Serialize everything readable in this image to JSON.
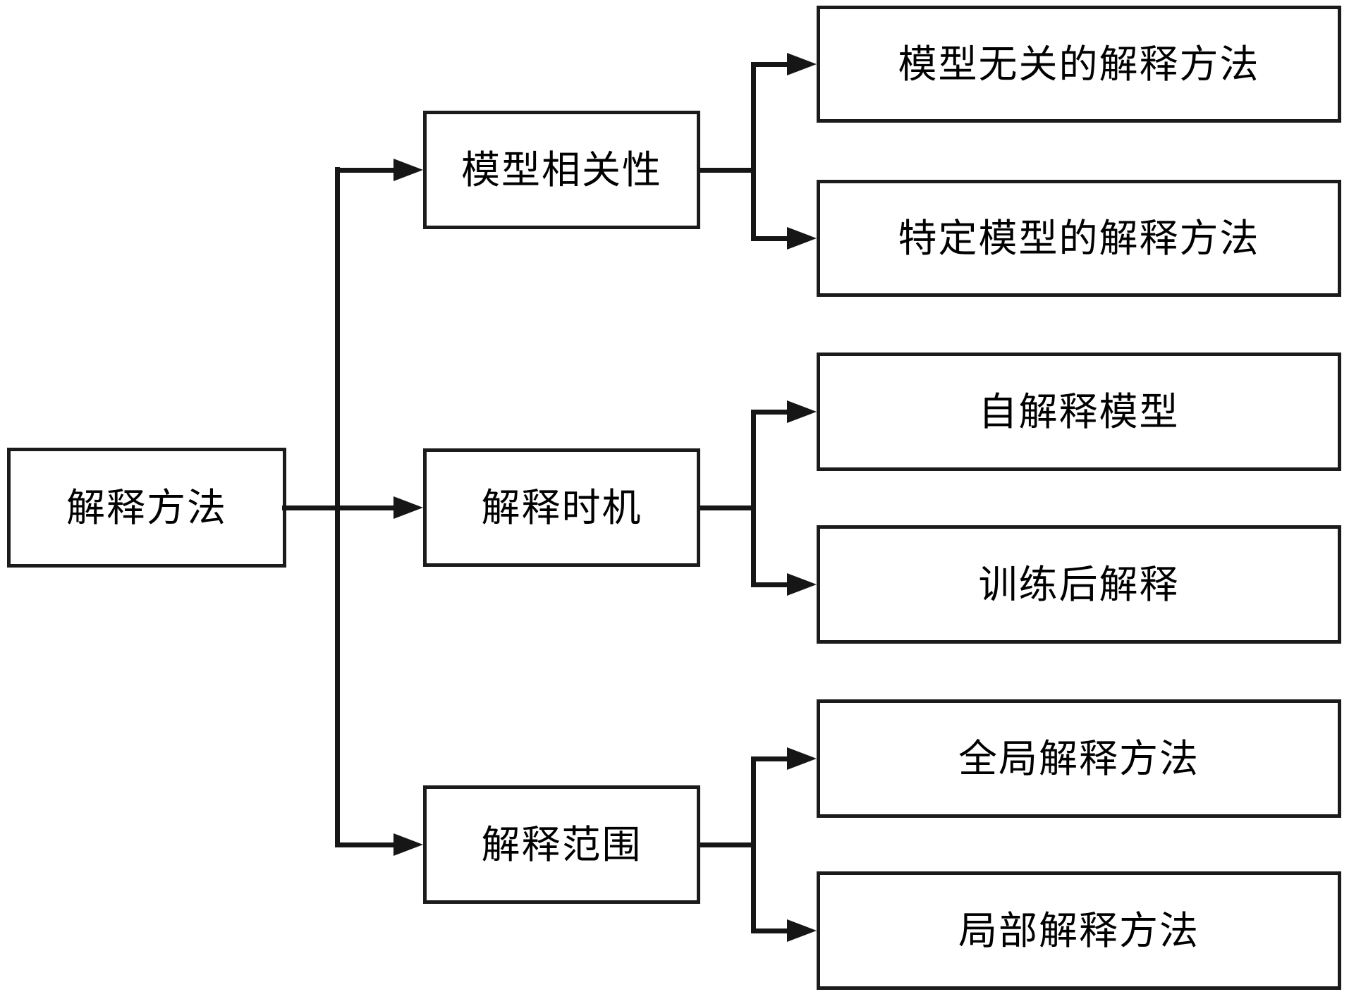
{
  "diagram": {
    "root": {
      "label": "解释方法"
    },
    "branches": [
      {
        "label": "模型相关性",
        "children": [
          {
            "label": "模型无关的解释方法"
          },
          {
            "label": "特定模型的解释方法"
          }
        ]
      },
      {
        "label": "解释时机",
        "children": [
          {
            "label": "自解释模型"
          },
          {
            "label": "训练后解释"
          }
        ]
      },
      {
        "label": "解释范围",
        "children": [
          {
            "label": "全局解释方法"
          },
          {
            "label": "局部解释方法"
          }
        ]
      }
    ],
    "colors": {
      "line": "#161616",
      "border": "#1b1b1b",
      "text": "#000000",
      "background": "#ffffff"
    }
  }
}
